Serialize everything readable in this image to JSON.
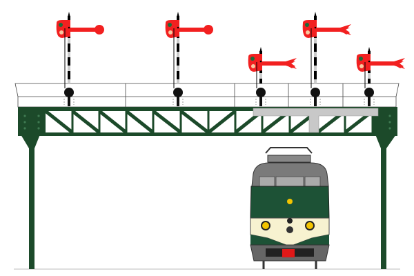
{
  "colors": {
    "gantry_green": "#1c4a2a",
    "signal_red": "#f22020",
    "train_green": "#1d5236",
    "train_cream": "#f7f2d0",
    "train_gray": "#6f6f6f",
    "beam_gray": "#c8c8c8",
    "lamp_yellow": "#f3c400"
  },
  "signals": [
    {
      "type": "tall",
      "arm_end": "round"
    },
    {
      "type": "tall",
      "arm_end": "round"
    },
    {
      "type": "short",
      "arm_end": "fishtail"
    },
    {
      "type": "tall",
      "arm_end": "fishtail"
    },
    {
      "type": "short",
      "arm_end": "fishtail"
    }
  ]
}
